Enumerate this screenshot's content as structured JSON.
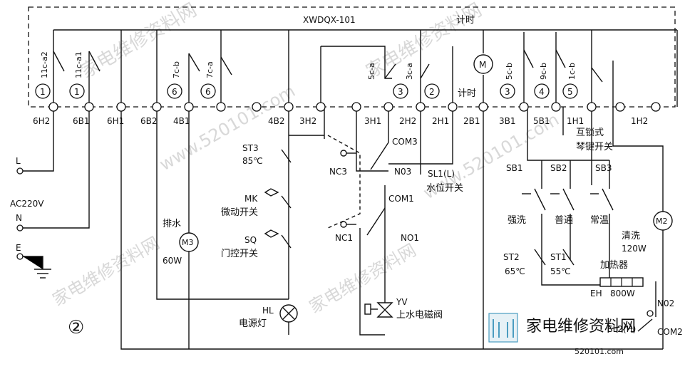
{
  "title": {
    "model": "XWDQX-101",
    "timer": "计时"
  },
  "fig_number": "②",
  "timer_motor": {
    "symbol": "M",
    "label": "计时"
  },
  "contacts_top": [
    "11c-a2",
    "11c-a1",
    "7c-b",
    "7c-a",
    "5c-a",
    "3c-a",
    "5c-b",
    "9c-b",
    "1c-b"
  ],
  "cam_numbers": [
    "1",
    "1",
    "6",
    "6",
    "3",
    "2",
    "3",
    "4",
    "5"
  ],
  "terminals": [
    "6H2",
    "6B1",
    "6H1",
    "6B2",
    "4B1",
    "4B2",
    "3H2",
    "3H1",
    "2H2",
    "2H1",
    "2B1",
    "3B1",
    "5B1",
    "1H1",
    "1H2"
  ],
  "power": {
    "L": "L",
    "voltage": "AC220V",
    "N": "N",
    "E": "E"
  },
  "st3": {
    "name": "ST3",
    "temp": "85℃"
  },
  "mk": {
    "name": "MK",
    "desc": "微动开关"
  },
  "sq": {
    "name": "SQ",
    "desc": "门控开关"
  },
  "drain": {
    "label": "排水",
    "motor": "M3",
    "power": "60W"
  },
  "lamp": {
    "name": "HL",
    "desc": "电源灯"
  },
  "level_switch": {
    "com3": "COM3",
    "nc3": "NC3",
    "no3": "N03",
    "com1": "COM1",
    "nc1": "NC1",
    "no1": "NO1",
    "name": "SL1(L)",
    "desc": "水位开关"
  },
  "valve": {
    "name": "YV",
    "desc": "上水电磁阀"
  },
  "key_switch": {
    "line1": "互锁式",
    "line2": "琴键开关"
  },
  "sb": [
    "SB1",
    "SB2",
    "SB3"
  ],
  "modes": [
    "强洗",
    "普通",
    "常温"
  ],
  "st2": {
    "name": "ST2",
    "temp": "65℃"
  },
  "st1": {
    "name": "ST1",
    "temp": "55℃"
  },
  "wash_motor": {
    "symbol": "M2",
    "label": "清洗",
    "power": "120W"
  },
  "heater": {
    "label": "加热器",
    "name": "EH",
    "power": "800W"
  },
  "sl2": {
    "name": "SL2(H)",
    "no2": "N02",
    "com2": "COM2"
  },
  "logo": {
    "cn": "家电维修资料网",
    "url": "520101.com"
  }
}
